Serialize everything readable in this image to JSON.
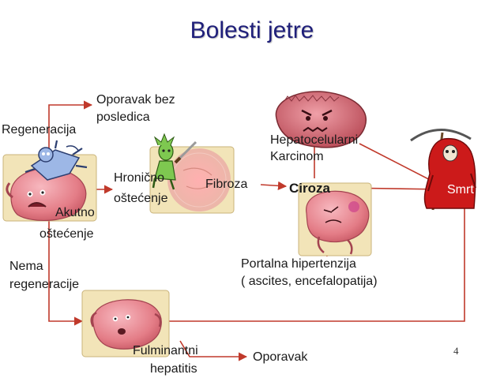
{
  "title": "Bolesti jetre",
  "labels": {
    "oporavak_bez": "Oporavak bez",
    "posledica": "posledica",
    "regeneracija": "Regeneracija",
    "hepatocelularni": "Hepatocelularni",
    "karcinom": "Karcinom",
    "hronicno": "Hronično",
    "ostecenje_hr": "oštećenje",
    "fibroza": "Fibroza",
    "ciroza": "Ciroza",
    "smrt": "Smrt",
    "akutno": "Akutno",
    "ostecenje_ak": "oštećenje",
    "nema": "Nema",
    "regeneracije": "regeneracije",
    "portalna": "Portalna hipertenzija",
    "ascites": "( ascites, encefalopatija)",
    "fulminantni": "Fulminantni",
    "hepatitis": "hepatitis",
    "oporavak": "Oporavak"
  },
  "page_number": "4",
  "colors": {
    "title": "#1f1f7a",
    "arrow": "#c0392b",
    "liver": "#e8868f",
    "panel": "#f2e4b8",
    "reaper": "#cc1a1a"
  },
  "icons": [
    "acute-liver-icon",
    "virus-attack-icon",
    "fairy-knife-icon",
    "fibrotic-liver-icon",
    "angry-cancer-liver-icon",
    "cirrhotic-liver-icon",
    "grim-reaper-icon",
    "fulminant-liver-icon"
  ]
}
